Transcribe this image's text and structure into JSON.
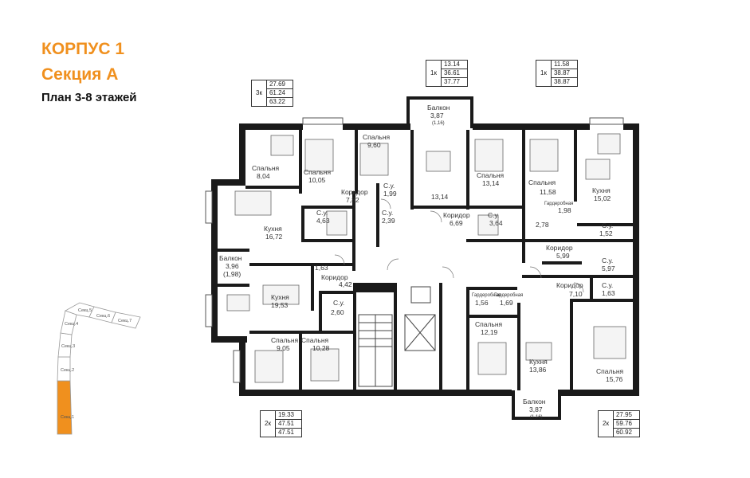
{
  "header": {
    "building": "КОРПУС 1",
    "section": "Секция А",
    "plan": "План 3-8 этажей"
  },
  "legends": {
    "l3k": {
      "type": "3к",
      "v1": "27.69",
      "v2": "61.24",
      "v3": "63.22"
    },
    "l1k_a": {
      "type": "1к",
      "v1": "13.14",
      "v2": "36.61",
      "v3": "37.77"
    },
    "l1k_b": {
      "type": "1к",
      "v1": "11.58",
      "v2": "38.87",
      "v3": "38.87"
    },
    "l2k_a": {
      "type": "2к",
      "v1": "19.33",
      "v2": "47.51",
      "v3": "47.51"
    },
    "l2k_b": {
      "type": "2к",
      "v1": "27.95",
      "v2": "59.76",
      "v3": "60.92"
    }
  },
  "rooms": {
    "r01": {
      "name": "Спальня",
      "area": "8,04"
    },
    "r02": {
      "name": "Спальня",
      "area": "10,05"
    },
    "r03": {
      "name": "Спальня",
      "area": "9,60"
    },
    "r04": {
      "name": "Коридор",
      "area": "7,82"
    },
    "r05": {
      "name": "С.у.",
      "area": "1,99"
    },
    "r06": {
      "name": "С.у.",
      "area": "2,39"
    },
    "r07": {
      "name": "С.у.",
      "area": "4,63"
    },
    "r08": {
      "name": "Кухня",
      "area": "16,72"
    },
    "r09": {
      "name": "Балкон",
      "area": "3,96",
      "extra": "(1,98)"
    },
    "r10": {
      "name": "",
      "area": "1,63"
    },
    "r11": {
      "name": "Коридор",
      "area": "4,42"
    },
    "r12": {
      "name": "Кухня",
      "area": "19,53"
    },
    "r13": {
      "name": "С.у.",
      "area": "2,60"
    },
    "r14": {
      "name": "Спальня",
      "area": "9,05"
    },
    "r15": {
      "name": "Спальня",
      "area": "10,28"
    },
    "r16": {
      "name": "Балкон",
      "area": "3,87",
      "extra": "(1,16)"
    },
    "r17": {
      "name": "",
      "area": "13,14"
    },
    "r18": {
      "name": "Спальня",
      "area": "13,14"
    },
    "r19": {
      "name": "Коридор",
      "area": "6,69"
    },
    "r20": {
      "name": "С.у.",
      "area": "3,64"
    },
    "r21": {
      "name": "Спальня",
      "area": "11,58"
    },
    "r22": {
      "name": "Кухня",
      "area": "15,02"
    },
    "r23": {
      "name": "Гардеробная",
      "area": "1,98"
    },
    "r24": {
      "name": "",
      "area": "2,78"
    },
    "r25": {
      "name": "С.у.",
      "area": "1,52"
    },
    "r26": {
      "name": "Коридор",
      "area": "5,99"
    },
    "r27": {
      "name": "С.у.",
      "area": "5,97"
    },
    "r28": {
      "name": "Коридор",
      "area": "7,10"
    },
    "r29": {
      "name": "С.у.",
      "area": "1,63"
    },
    "r30": {
      "name": "Гардеробная",
      "area": "1,56"
    },
    "r31": {
      "name": "Гардеробная",
      "area": "1,69"
    },
    "r32": {
      "name": "Спальня",
      "area": "12,19"
    },
    "r33": {
      "name": "Кухня",
      "area": "13,86"
    },
    "r34": {
      "name": "Спальня",
      "area": "15,76"
    },
    "r35": {
      "name": "Балкон",
      "area": "3,87",
      "extra": "(1,16)"
    }
  },
  "keymap": {
    "s1": "Секц.1",
    "s2": "Секц.2",
    "s3": "Секц.3",
    "s4": "Секц.4",
    "s5": "Секц.5",
    "s6": "Секц.6",
    "s7": "Секц.7",
    "active_color": "#f0901e"
  }
}
